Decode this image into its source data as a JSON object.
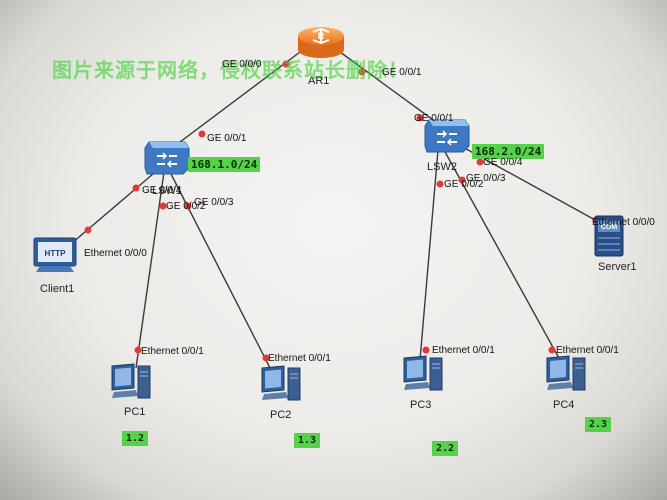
{
  "watermark": "图片来源于网络，侵权联系站长删除！",
  "devices": {
    "ar1": {
      "name": "AR1",
      "icon": "router-icon"
    },
    "lsw1": {
      "name": "LSW1",
      "icon": "switch-icon",
      "subnet": "168.1.0/24"
    },
    "lsw2": {
      "name": "LSW2",
      "icon": "switch-icon",
      "subnet": "168.2.0/24"
    },
    "client1": {
      "name": "Client1",
      "icon": "http-client-icon",
      "icon_text": "HTTP"
    },
    "server1": {
      "name": "Server1",
      "icon": "server-icon",
      "icon_text": "COM"
    },
    "pc1": {
      "name": "PC1",
      "icon": "pc-icon",
      "addr": "1.2"
    },
    "pc2": {
      "name": "PC2",
      "icon": "pc-icon",
      "addr": "1.3"
    },
    "pc3": {
      "name": "PC3",
      "icon": "pc-icon",
      "addr": "2.2"
    },
    "pc4": {
      "name": "PC4",
      "icon": "pc-icon",
      "addr": "2.3"
    }
  },
  "ports": {
    "ar1_ge000": "GE 0/0/0",
    "ar1_ge001": "GE 0/0/1",
    "lsw1_ge001": "GE 0/0/1",
    "lsw1_ge004": "GE 0/0/4",
    "lsw1_ge002": "GE 0/0/2",
    "lsw1_ge003": "GE 0/0/3",
    "client1_eth": "Ethernet 0/0/0",
    "pc1_eth": "Ethernet 0/0/1",
    "pc2_eth": "Ethernet 0/0/1",
    "lsw2_ge001": "GE 0/0/1",
    "lsw2_ge004": "GE 0/0/4",
    "lsw2_ge002": "GE 0/0/2",
    "lsw2_ge003": "GE 0/0/3",
    "server1_eth": "Ethernet 0/0/0",
    "pc3_eth": "Ethernet 0/0/1",
    "pc4_eth": "Ethernet 0/0/1"
  },
  "colors": {
    "link": "#3a3a3a",
    "port_dot": "#e23a3a",
    "highlight": "#56d24a",
    "router_orange": "#f28a32",
    "switch_blue": "#4f8fd6"
  }
}
